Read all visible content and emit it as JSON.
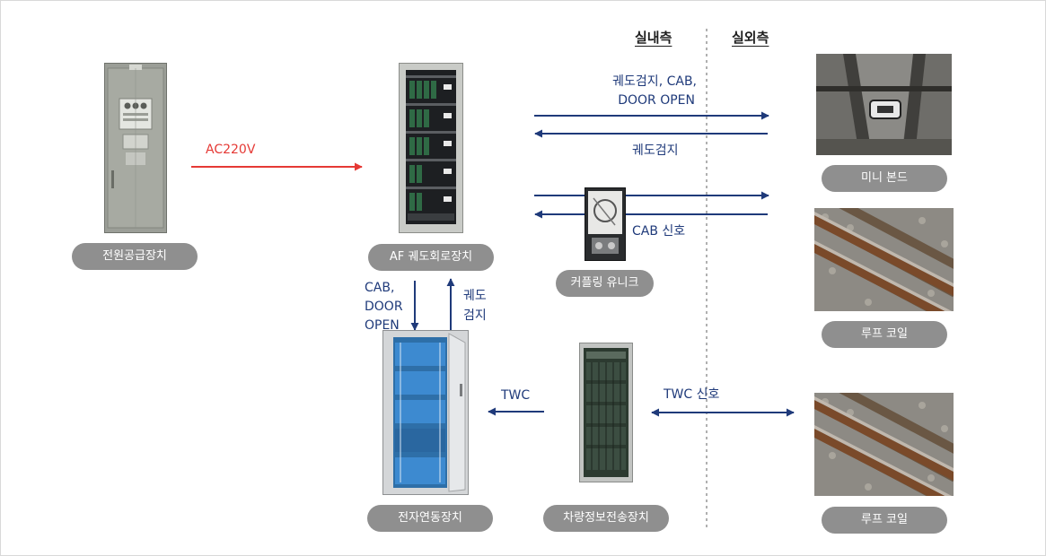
{
  "headers": {
    "indoor": "실내측",
    "outdoor": "실외측"
  },
  "devices": {
    "power_supply": "전원공급장치",
    "af_track_circuit": "AF 궤도회로장치",
    "coupling_unit": "커플링 유니크",
    "electronic_interlocking": "전자연동장치",
    "train_info_transmission": "차량정보전송장치",
    "mini_bond": "미니 본드",
    "loop_coil_1": "루프 코일",
    "loop_coil_2": "루프 코일"
  },
  "signals": {
    "ac220v": "AC220V",
    "to_bond_line1": "궤도검지, CAB,",
    "to_bond_line2": "DOOR OPEN",
    "from_bond": "궤도검지",
    "cab_signal": "CAB 신호",
    "down_line1": "CAB,",
    "down_line2": "DOOR",
    "down_line3": "OPEN",
    "up_line1": "궤도",
    "up_line2": "검지",
    "twc": "TWC",
    "twc_signal": "TWC 신호"
  },
  "colors": {
    "arrow_blue": "#1f3a7a",
    "arrow_red": "#e53935",
    "label_text": "#1f3a7a",
    "pill_bg": "#8f8f8f",
    "divider": "#b0b0b0"
  }
}
